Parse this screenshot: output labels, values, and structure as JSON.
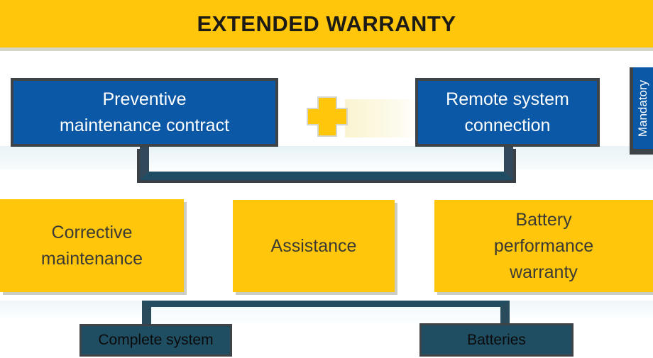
{
  "banner": {
    "title": "EXTENDED WARRANTY"
  },
  "colors": {
    "gold": "#FFC60B",
    "blue": "#0A58A6",
    "teal_dark": "#1F4E63",
    "charcoal_border": "#3E4347",
    "shadow_gray": "#CBCCC4"
  },
  "top_row": {
    "preventive_box": "Preventive\nmaintenance contract",
    "plus_icon": "+",
    "remote_box": "Remote system\nconnection",
    "mandatory_tab": "Mandatory"
  },
  "middle_row": {
    "boxes": [
      "Corrective\nmaintenance",
      "Assistance",
      "Battery\nperformance\nwarranty"
    ]
  },
  "bottom_row": {
    "boxes": [
      "Complete system",
      "Batteries"
    ]
  }
}
